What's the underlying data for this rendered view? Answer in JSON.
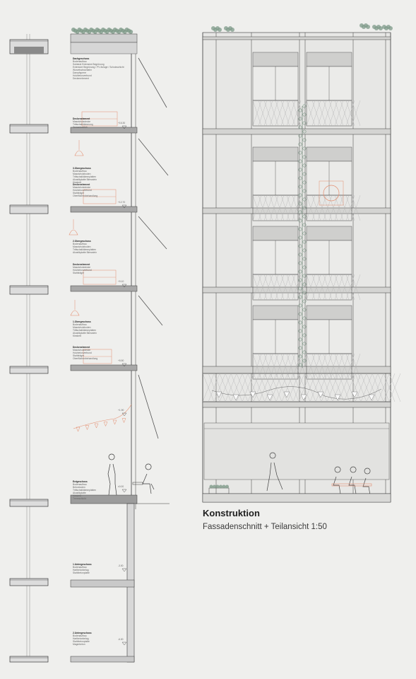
{
  "heading": {
    "title": "Konstruktion",
    "subtitle": "Fassadenschnitt + Teilansicht 1:50"
  },
  "section_labels": [
    {
      "name": "Dachgeschoss",
      "lines": [
        "Bodenaufbau",
        "Substrat Extensive Begrünung",
        "Extensive Begrünung / PV Anlage / Schutzschicht",
        "Wurzelschutzbahn",
        "Dampfsperre",
        "Holzbetonverbund",
        "Deckenelement"
      ]
    },
    {
      "name": "Deckenelement",
      "lines": [
        "Massivholzdecke",
        "Trittschalldämmung",
        "Zementestrich"
      ]
    },
    {
      "name": "3.Obergeschoss",
      "lines": [
        "Bodenaufbau",
        "Massivholzboden",
        "Trittschalldämmplatten",
        "Akustikplatte Bimsstein",
        "Kiesbett"
      ]
    },
    {
      "name": "Deckenelement",
      "lines": [
        "Massivholzdecke",
        "Holzbetonverbund",
        "Stahlträger",
        "Oberflächenbehandlung"
      ]
    },
    {
      "name": "2.Obergeschoss",
      "lines": [
        "Bodenaufbau",
        "Massivholzboden",
        "Trittschalldämmplatten",
        "Akustikplatte Bimsstein"
      ]
    },
    {
      "name": "Deckenelement",
      "lines": [
        "Massivholzdecke",
        "Holzbetonverbund",
        "Stahlträger"
      ]
    },
    {
      "name": "1.Obergeschoss",
      "lines": [
        "Bodenaufbau",
        "Massivholzboden",
        "Trittschalldämmplatten",
        "Akustikplatte Bimsstein",
        "Kiesbett"
      ]
    },
    {
      "name": "Deckenelement",
      "lines": [
        "Massivholzdecke",
        "Holzbetonverbund",
        "Stahlträger",
        "Oberflächenbehandlung"
      ]
    },
    {
      "name": "Erdgeschoss",
      "lines": [
        "Bodenaufbau",
        "Betonboden",
        "Trittschalldämmplatten",
        "Akustikplatte",
        "Kiesbett",
        "Trennschicht"
      ]
    },
    {
      "name": "1.Untergeschoss",
      "lines": [
        "Bodenaufbau",
        "Hartbetonbelag",
        "Stahlbetonplatte"
      ]
    },
    {
      "name": "2.Untergeschoss",
      "lines": [
        "Bodenaufbau",
        "Hartbetonbelag",
        "Stahlbetonplatte",
        "Magerbeton"
      ]
    }
  ],
  "levels": [
    "+16.30",
    "+12.70",
    "+9.10",
    "+5.50",
    "+1.90",
    "±0.00",
    "-3.00",
    "-6.00"
  ],
  "colors": {
    "background": "#efefed",
    "ink": "#3a3a3a",
    "furniture": "#e48d6e",
    "greenery": "#7e9a88",
    "grille": "#b5b5b5"
  },
  "icons": [
    "pennant-garland",
    "pendant-lamp",
    "person-figure",
    "plant-trellis"
  ]
}
